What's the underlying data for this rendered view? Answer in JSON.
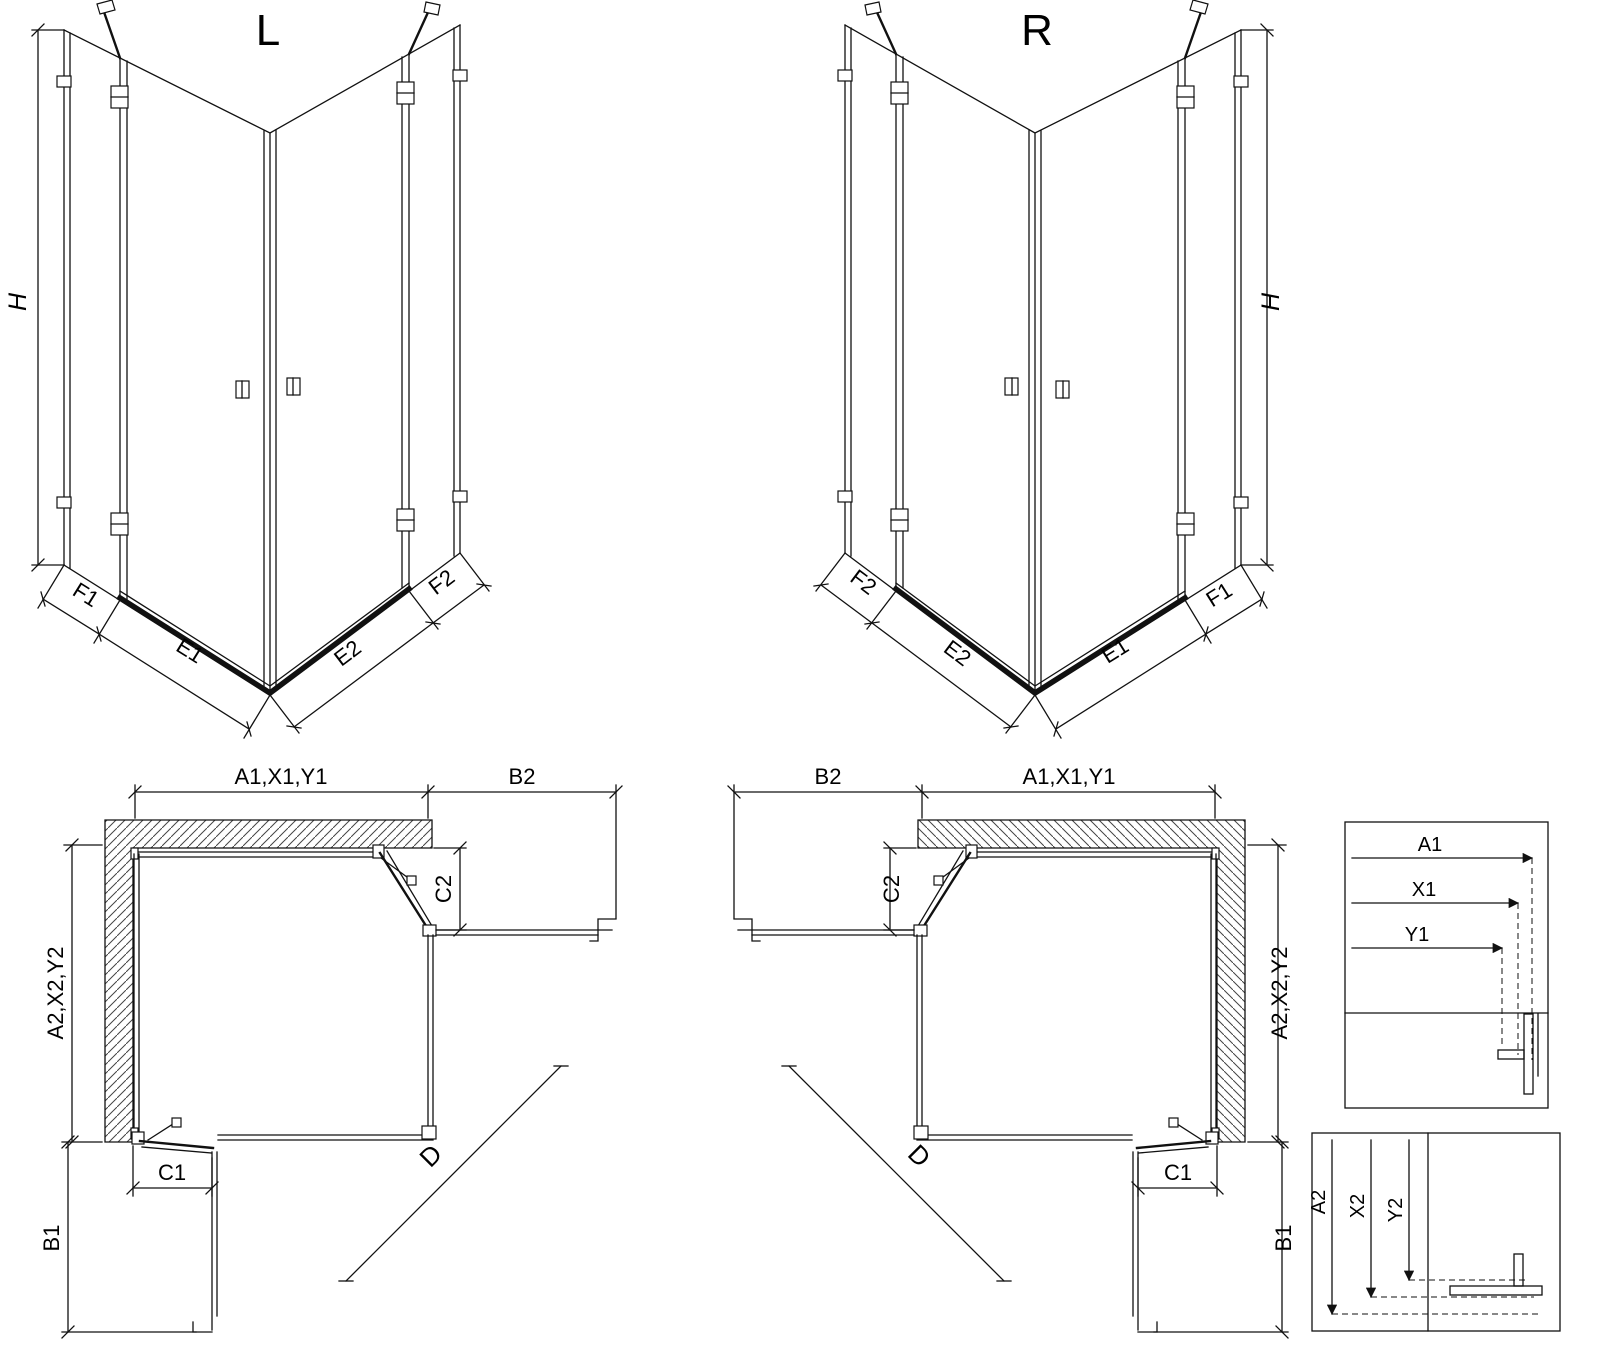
{
  "perspective_left": {
    "title": "L",
    "height_dim": "H",
    "dim_f1": "F1",
    "dim_e1": "E1",
    "dim_e2": "E2",
    "dim_f2": "F2"
  },
  "perspective_right": {
    "title": "R",
    "height_dim": "H",
    "dim_f1": "F1",
    "dim_e1": "E1",
    "dim_e2": "E2",
    "dim_f2": "F2"
  },
  "plan_left": {
    "dim_top": "A1,X1,Y1",
    "dim_top_adjacent": "B2",
    "dim_c2": "C2",
    "dim_side": "A2,X2,Y2",
    "dim_c1": "C1",
    "dim_b1": "B1",
    "dim_diagonal": "D"
  },
  "plan_right": {
    "dim_top": "A1,X1,Y1",
    "dim_top_adjacent": "B2",
    "dim_c2": "C2",
    "dim_side": "A2,X2,Y2",
    "dim_c1": "C1",
    "dim_b1": "B1",
    "dim_diagonal": "D"
  },
  "detail_top": {
    "dim_a1": "A1",
    "dim_x1": "X1",
    "dim_y1": "Y1"
  },
  "detail_bottom": {
    "dim_a2": "A2",
    "dim_x2": "X2",
    "dim_y2": "Y2"
  },
  "colors": {
    "line": "#111111",
    "background": "#ffffff"
  }
}
